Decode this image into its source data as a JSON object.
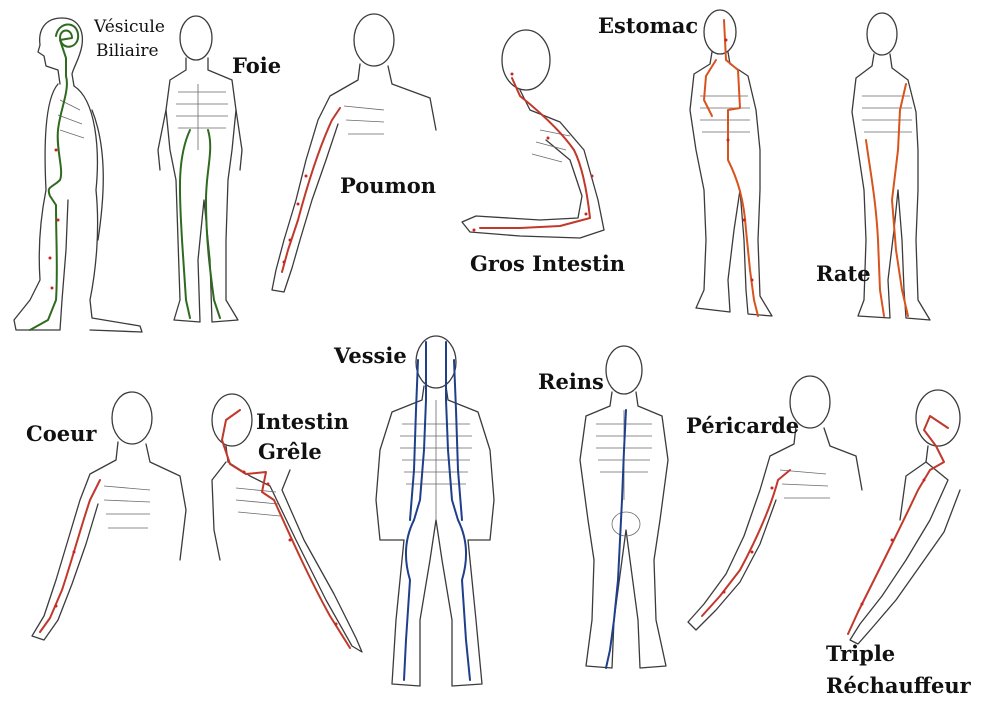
{
  "meridian_colors": {
    "vesicule": "#2f6b1f",
    "foie": "#2f6b1f",
    "poumon": "#c0392b",
    "gros_intestin": "#c0392b",
    "estomac": "#d9531e",
    "rate": "#d9531e",
    "coeur": "#c0392b",
    "intestin_grele": "#c0392b",
    "vessie": "#1f3f8a",
    "reins": "#1f3f8a",
    "pericarde": "#c0392b",
    "triple": "#c0392b"
  },
  "labels": {
    "vesicule_line1": "Vésicule",
    "vesicule_line2": "Biliaire",
    "foie": "Foie",
    "poumon": "Poumon",
    "gros_intestin": "Gros Intestin",
    "estomac": "Estomac",
    "rate": "Rate",
    "vessie": "Vessie",
    "reins": "Reins",
    "coeur": "Coeur",
    "intestin_line1": "Intestin",
    "intestin_line2": "Grêle",
    "pericarde": "Péricarde",
    "triple_line1": "Triple",
    "triple_line2": "Réchauffeur"
  }
}
